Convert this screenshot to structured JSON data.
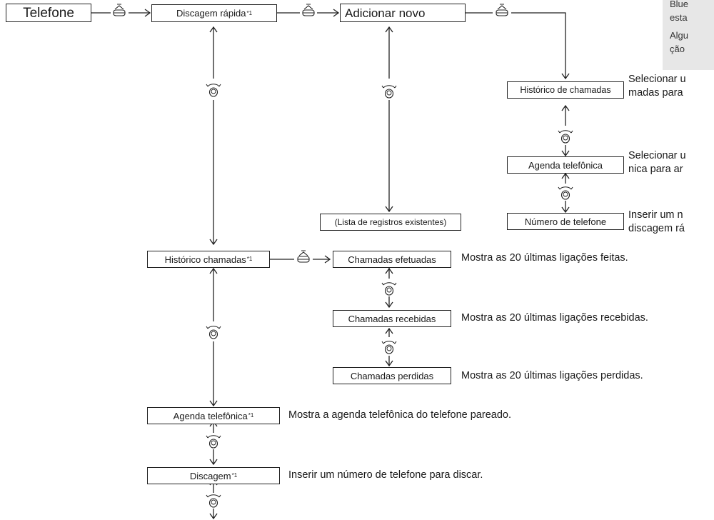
{
  "boxes": {
    "telefone": "Telefone",
    "discagem_rapida": "Discagem rápida",
    "adicionar_novo": "Adicionar novo",
    "historico_de_chamadas": "Histórico de chamadas",
    "agenda_telefonica_sub": "Agenda telefônica",
    "numero_de_telefone": "Número de telefone",
    "lista_registros": "(Lista de registros existentes)",
    "historico_chamadas": "Histórico chamadas",
    "chamadas_efetuadas": "Chamadas efetuadas",
    "chamadas_recebidas": "Chamadas recebidas",
    "chamadas_perdidas": "Chamadas perdidas",
    "agenda_telefonica": "Agenda telefônica",
    "discagem": "Discagem"
  },
  "footnote_marker": "*1",
  "descriptions": {
    "historico_line1": "Selecionar u",
    "historico_line2": "madas para",
    "agenda_line1": "Selecionar u",
    "agenda_line2": "nica para ar",
    "numero_line1": "Inserir um n",
    "numero_line2": "discagem rá",
    "efetuadas": "Mostra as 20 últimas ligações feitas.",
    "recebidas": "Mostra as 20 últimas ligações recebidas.",
    "perdidas": "Mostra as 20 últimas ligações perdidas.",
    "agenda": "Mostra a agenda telefônica do telefone pareado.",
    "discagem": "Inserir um número de telefone para discar."
  },
  "side_note": {
    "line1": "Blue",
    "line2": "esta",
    "line3": "Algu",
    "line4": "ção"
  },
  "icons": {
    "select": "press-select-icon",
    "rotate": "rotate-knob-icon"
  }
}
